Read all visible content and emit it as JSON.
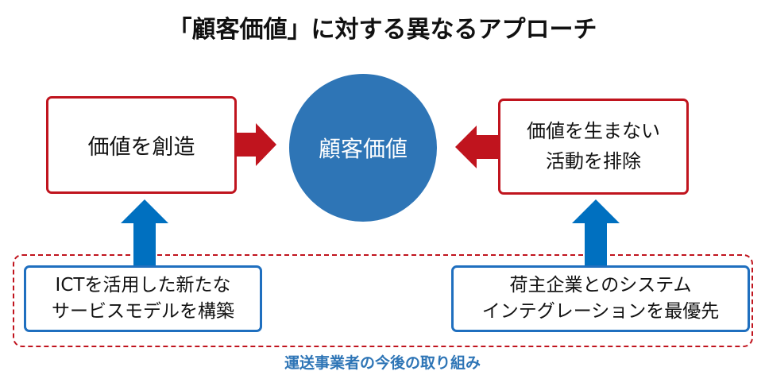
{
  "title": "「顧客価値」に対する異なるアプローチ",
  "center": {
    "label": "顧客価値"
  },
  "left_box": {
    "label": "価値を創造"
  },
  "right_box": {
    "line1": "価値を生まない",
    "line2": "活動を排除"
  },
  "bottom_left_box": {
    "line1": "ICTを活用した新たな",
    "line2": "サービスモデルを構築"
  },
  "bottom_right_box": {
    "line1": "荷主企業とのシステム",
    "line2": "インテグレーションを最優先"
  },
  "group_caption": "運送事業者の今後の取り組み",
  "colors": {
    "red": "#c0141e",
    "blue": "#2e75b6",
    "arrow_blue": "#0070c0"
  }
}
